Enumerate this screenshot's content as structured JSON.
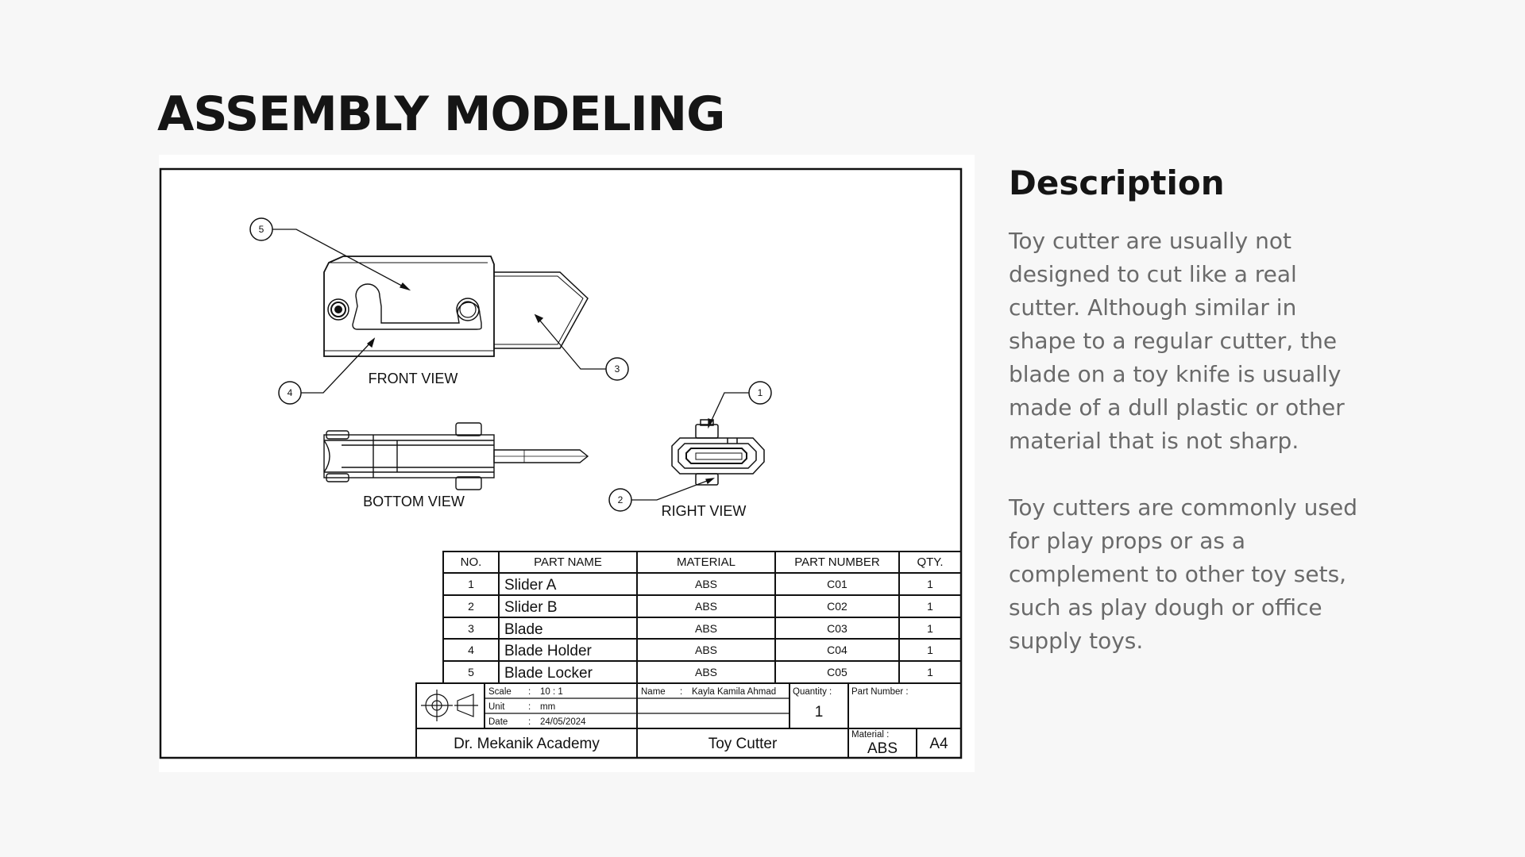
{
  "page": {
    "title": "ASSEMBLY MODELING"
  },
  "description": {
    "heading": "Description",
    "paragraphs": [
      "Toy cutter are usually not designed to cut like a real cutter.  Although similar in shape to a regular cutter, the blade on a toy knife is usually made of a dull plastic or other material that is not sharp.",
      "Toy cutters are commonly used for play props or as a complement to other toy sets, such as play dough or office supply toys."
    ]
  },
  "drawing": {
    "views": {
      "front": "FRONT VIEW",
      "bottom": "BOTTOM VIEW",
      "right": "RIGHT VIEW"
    },
    "balloons": [
      "1",
      "2",
      "3",
      "4",
      "5"
    ],
    "bom": {
      "headers": [
        "NO.",
        "PART NAME",
        "MATERIAL",
        "PART NUMBER",
        "QTY."
      ],
      "rows": [
        [
          "1",
          "Slider A",
          "ABS",
          "C01",
          "1"
        ],
        [
          "2",
          "Slider B",
          "ABS",
          "C02",
          "1"
        ],
        [
          "3",
          "Blade",
          "ABS",
          "C03",
          "1"
        ],
        [
          "4",
          "Blade Holder",
          "ABS",
          "C04",
          "1"
        ],
        [
          "5",
          "Blade Locker",
          "ABS",
          "C05",
          "1"
        ]
      ]
    },
    "title_block": {
      "scale_label": "Scale",
      "scale_sep": ":",
      "scale_value": "10 : 1",
      "unit_label": "Unit",
      "unit_sep": ":",
      "unit_value": "mm",
      "date_label": "Date",
      "date_sep": ":",
      "date_value": "24/05/2024",
      "name_label": "Name",
      "name_sep": ":",
      "name_value": "Kayla Kamila Ahmad",
      "quantity_label": "Quantity :",
      "quantity_value": "1",
      "part_number_label": "Part Number :",
      "organization": "Dr. Mekanik Academy",
      "drawing_title": "Toy Cutter",
      "material_label": "Material :",
      "material_value": "ABS",
      "sheet_size": "A4"
    }
  }
}
